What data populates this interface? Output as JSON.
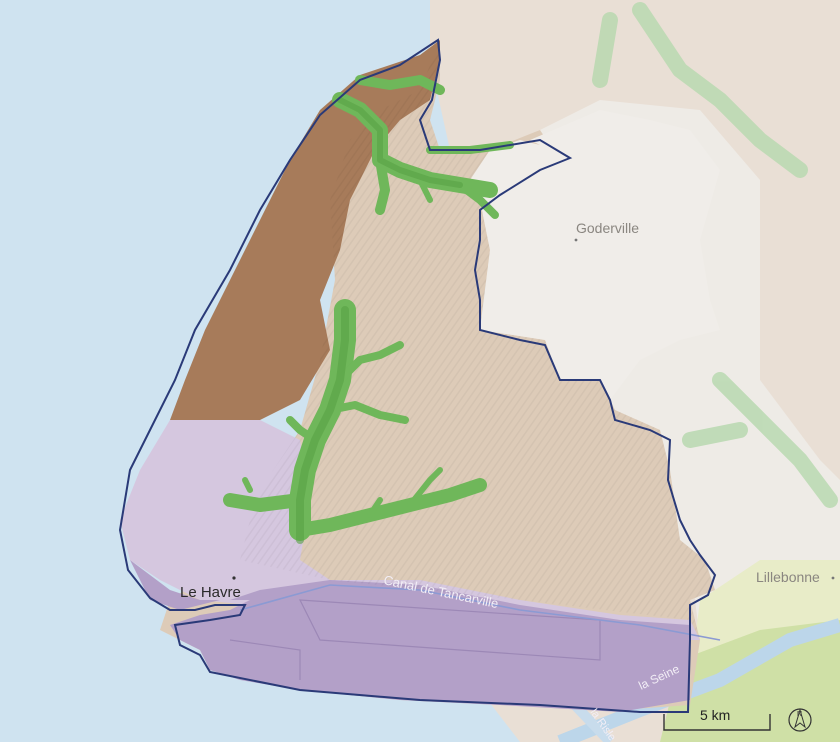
{
  "map": {
    "places": {
      "le_havre": "Le Havre",
      "goderville": "Goderville",
      "lillebonne": "Lillebonne"
    },
    "waterways": {
      "canal": "Canal de Tancarville",
      "seine": "la Seine",
      "risle": "la Risle"
    },
    "scale_bar": {
      "label": "5 km"
    },
    "compass": {
      "label": "N"
    },
    "colors": {
      "sea": "#cfe3f0",
      "plateau_tan": "#ddcbb8",
      "plateau_pale": "#ede8e2",
      "valley_green": "#6fb75a",
      "cliff_brown": "#a77b5a",
      "estuary_lilac": "#d5c7df",
      "port_purple": "#b3a0c8",
      "boundary": "#2a3a78"
    }
  }
}
